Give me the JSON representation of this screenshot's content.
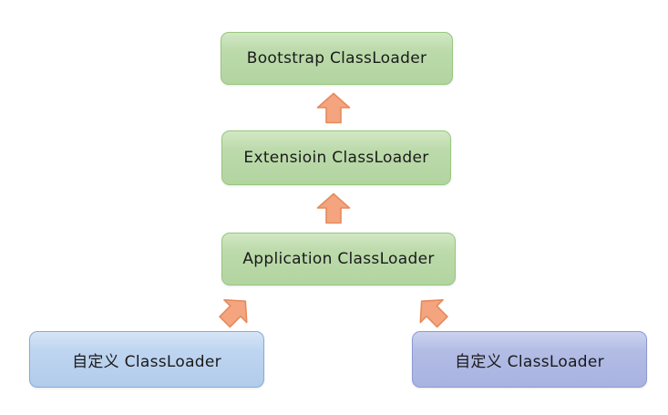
{
  "diagram": {
    "type": "flow-hierarchy",
    "subject": "Java ClassLoader delegation hierarchy",
    "nodes": {
      "bootstrap": {
        "label": "Bootstrap ClassLoader",
        "shape": "rounded-rect",
        "fill": "#b2d5a0",
        "border": "#97c67e"
      },
      "extension": {
        "label": "Extensioin ClassLoader",
        "shape": "rounded-rect",
        "fill": "#b2d5a0",
        "border": "#97c67e"
      },
      "application": {
        "label": "Application ClassLoader",
        "shape": "rounded-rect",
        "fill": "#b2d5a0",
        "border": "#97c67e"
      },
      "custom_left": {
        "label": "自定义 ClassLoader",
        "shape": "rounded-rect",
        "fill": "#b2cceb",
        "border": "#85abdc"
      },
      "custom_right": {
        "label": "自定义 ClassLoader",
        "shape": "rounded-rect",
        "fill": "#a8b3e0",
        "border": "#8e9ad0"
      }
    },
    "edges": [
      {
        "from": "extension",
        "to": "bootstrap",
        "style": "block-arrow",
        "direction": "up"
      },
      {
        "from": "application",
        "to": "extension",
        "style": "block-arrow",
        "direction": "up"
      },
      {
        "from": "custom_left",
        "to": "application",
        "style": "block-arrow",
        "direction": "up-right"
      },
      {
        "from": "custom_right",
        "to": "application",
        "style": "block-arrow",
        "direction": "up-left"
      }
    ],
    "colors": {
      "arrow_fill": "#f4a47e",
      "arrow_border": "#e58a5c",
      "background": "#ffffff",
      "text": "#1a1a1a"
    }
  }
}
